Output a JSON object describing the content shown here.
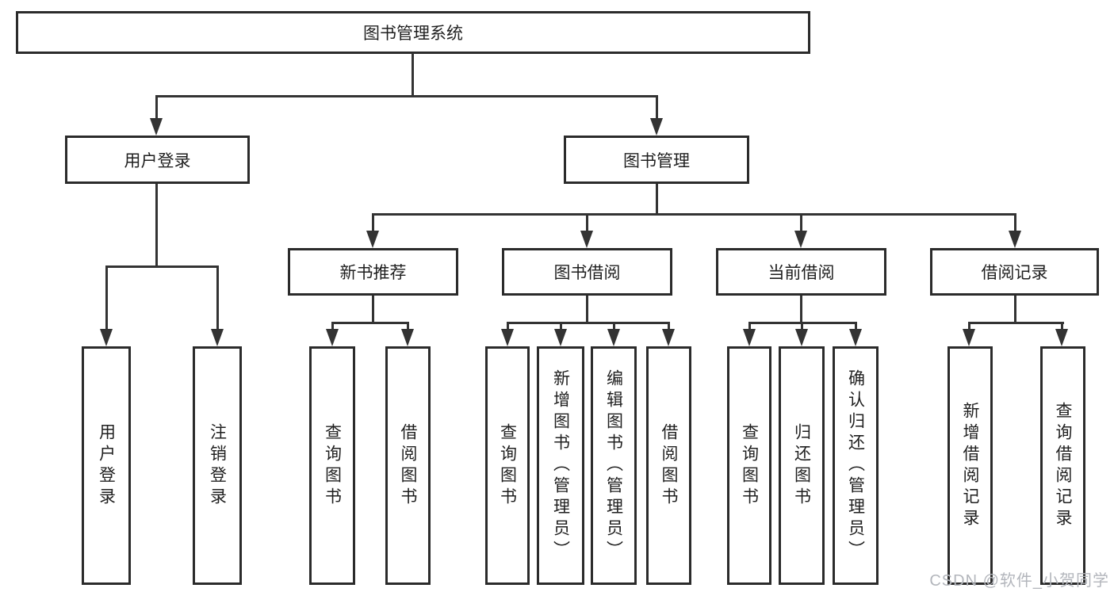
{
  "colors": {
    "line": "#333333",
    "box_border": "#2b2b2b",
    "text": "#1f1f1f",
    "background": "#ffffff",
    "watermark_text": "#b3b6bc"
  },
  "diagram": {
    "type": "hierarchy-tree",
    "root": {
      "label": "图书管理系统"
    },
    "branches": [
      {
        "label": "用户登录",
        "children": [
          {
            "label": "用户登录"
          },
          {
            "label": "注销登录"
          }
        ]
      },
      {
        "label": "图书管理",
        "children": [
          {
            "label": "新书推荐",
            "children": [
              {
                "label": "查询图书"
              },
              {
                "label": "借阅图书"
              }
            ]
          },
          {
            "label": "图书借阅",
            "children": [
              {
                "label": "查询图书"
              },
              {
                "label": "新增图书（管理员）"
              },
              {
                "label": "编辑图书（管理员）"
              },
              {
                "label": "借阅图书"
              }
            ]
          },
          {
            "label": "当前借阅",
            "children": [
              {
                "label": "查询图书"
              },
              {
                "label": "归还图书"
              },
              {
                "label": "确认归还（管理员）"
              }
            ]
          },
          {
            "label": "借阅记录",
            "children": [
              {
                "label": "新增借阅记录"
              },
              {
                "label": "查询借阅记录"
              }
            ]
          }
        ]
      }
    ]
  },
  "watermark": {
    "text": "CSDN @软件_小贺同学"
  }
}
